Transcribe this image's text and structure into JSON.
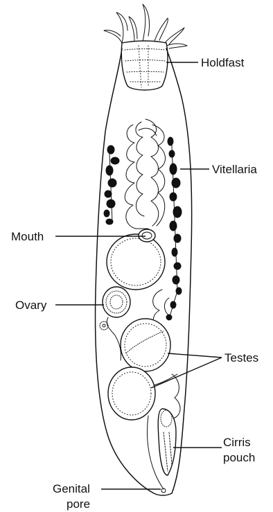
{
  "diagram": {
    "labels": {
      "holdfast": "Holdfast",
      "vitellaria": "Vitellaria",
      "mouth": "Mouth",
      "ovary": "Ovary",
      "testes": "Testes",
      "cirris_line1": "Cirris",
      "cirris_line2": "pouch",
      "genital_line1": "Genital",
      "genital_line2": "pore"
    },
    "colors": {
      "ink": "#111111",
      "background": "#ffffff"
    }
  }
}
